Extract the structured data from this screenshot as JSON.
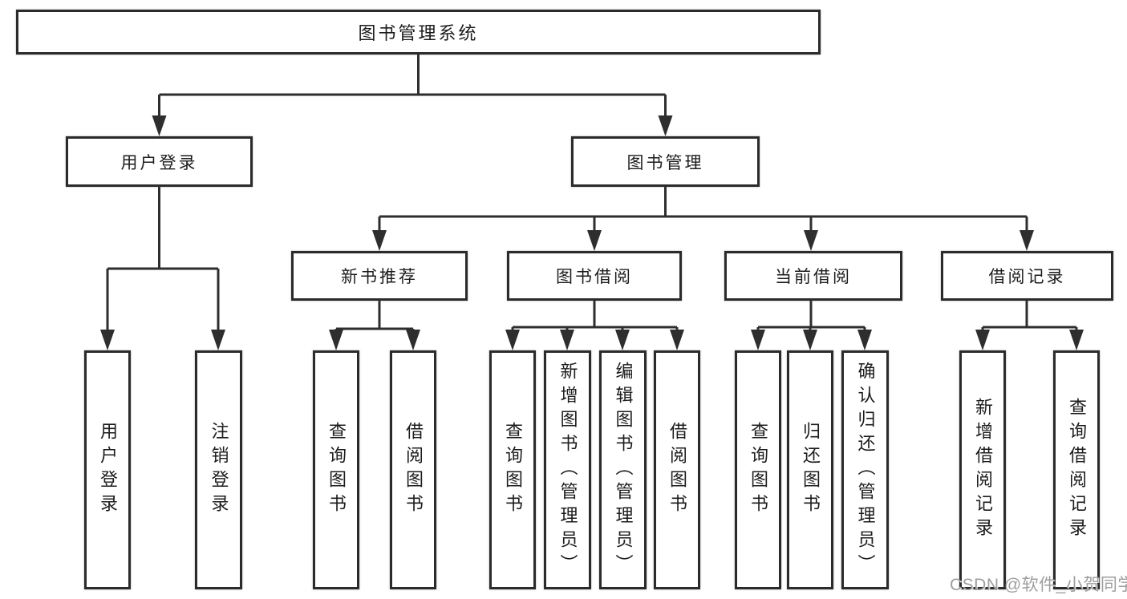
{
  "watermark": "CSDN @软件_小贺同学",
  "colors": {
    "line": "#2e2e2e",
    "box_border": "#2b2b2b",
    "text": "#1c1c1c",
    "background": "#ffffff",
    "watermark": "#9e9e9e"
  },
  "tree": {
    "root": {
      "label": "图书管理系统"
    },
    "branches": [
      {
        "label": "用户登录",
        "children": [
          {
            "label": "用户登录"
          },
          {
            "label": "注销登录"
          }
        ]
      },
      {
        "label": "图书管理",
        "children": [
          {
            "label": "新书推荐",
            "children": [
              {
                "label": "查询图书"
              },
              {
                "label": "借阅图书"
              }
            ]
          },
          {
            "label": "图书借阅",
            "children": [
              {
                "label": "查询图书"
              },
              {
                "label": "新增图书（管理员）"
              },
              {
                "label": "编辑图书（管理员）"
              },
              {
                "label": "借阅图书"
              }
            ]
          },
          {
            "label": "当前借阅",
            "children": [
              {
                "label": "查询图书"
              },
              {
                "label": "归还图书"
              },
              {
                "label": "确认归还（管理员）"
              }
            ]
          },
          {
            "label": "借阅记录",
            "children": [
              {
                "label": "新增借阅记录"
              },
              {
                "label": "查询借阅记录"
              }
            ]
          }
        ]
      }
    ]
  }
}
